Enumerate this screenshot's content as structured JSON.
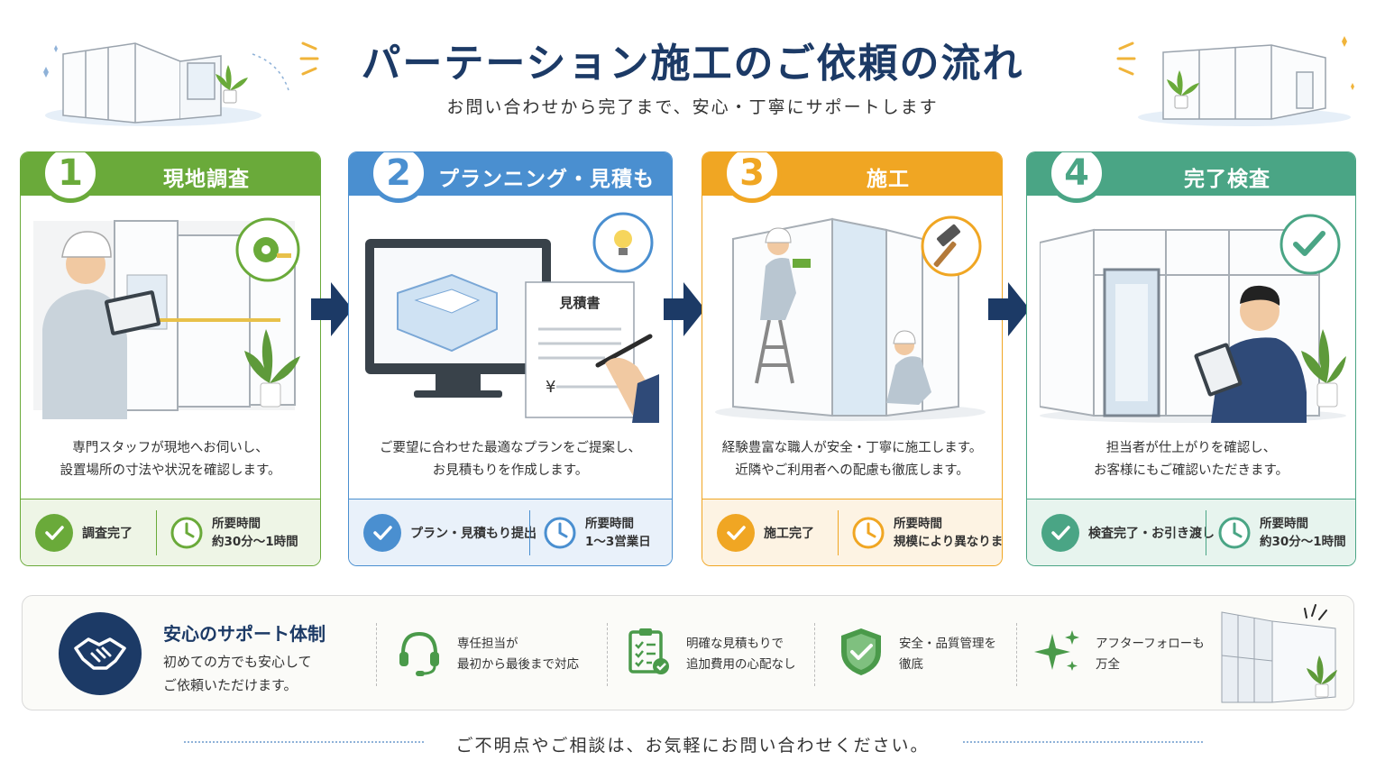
{
  "header": {
    "title": "パーテーション施工のご依頼の流れ",
    "subtitle": "お問い合わせから完了まで、安心・丁寧にサポートします"
  },
  "steps": [
    {
      "number": "1",
      "title": "現地調査",
      "color": "#6aaa3a",
      "tint": "#eef5e6",
      "description_lines": [
        "専門スタッフが現地へお伺いし、",
        "設置場所の寸法や状況を確認します。"
      ],
      "status": "調査完了",
      "time_label": "所要時間",
      "time_value": "約30分～1時間"
    },
    {
      "number": "2",
      "title": "プランニング・見積もり",
      "color": "#4a8fd0",
      "tint": "#e9f1fa",
      "description_lines": [
        "ご要望に合わせた最適なプランをご提案し、",
        "お見積もりを作成します。"
      ],
      "status": "プラン・見積もり提出",
      "time_label": "所要時間",
      "time_value": "1～3営業日",
      "quote_label": "見積書",
      "yen": "¥"
    },
    {
      "number": "3",
      "title": "施工",
      "color": "#f0a623",
      "tint": "#fdf3e3",
      "description_lines": [
        "経験豊富な職人が安全・丁寧に施工します。",
        "近隣やご利用者への配慮も徹底します。"
      ],
      "status": "施工完了",
      "time_label": "所要時間",
      "time_value": "規模により異なります"
    },
    {
      "number": "4",
      "title": "完了検査",
      "color": "#4aa585",
      "tint": "#e7f4ee",
      "description_lines": [
        "担当者が仕上がりを確認し、",
        "お客様にもご確認いただきます。"
      ],
      "status": "検査完了・お引き渡し",
      "time_label": "所要時間",
      "time_value": "約30分～1時間"
    }
  ],
  "support": {
    "title": "安心のサポート体制",
    "sub_lines": [
      "初めての方でも安心して",
      "ご依頼いただけます。"
    ],
    "items": [
      {
        "icon": "headset-icon",
        "lines": [
          "専任担当が",
          "最初から最後まで対応"
        ]
      },
      {
        "icon": "checklist-icon",
        "lines": [
          "明確な見積もりで",
          "追加費用の心配なし"
        ]
      },
      {
        "icon": "shield-check-icon",
        "lines": [
          "安全・品質管理を",
          "徹底"
        ]
      },
      {
        "icon": "sparkle-icon",
        "lines": [
          "アフターフォローも",
          "万全"
        ]
      }
    ]
  },
  "footer": {
    "text": "ご不明点やご相談は、お気軽にお問い合わせください。"
  },
  "colors": {
    "navy": "#1c3a66",
    "arrow": "#1c3a66",
    "support_green": "#4a9a4a"
  }
}
